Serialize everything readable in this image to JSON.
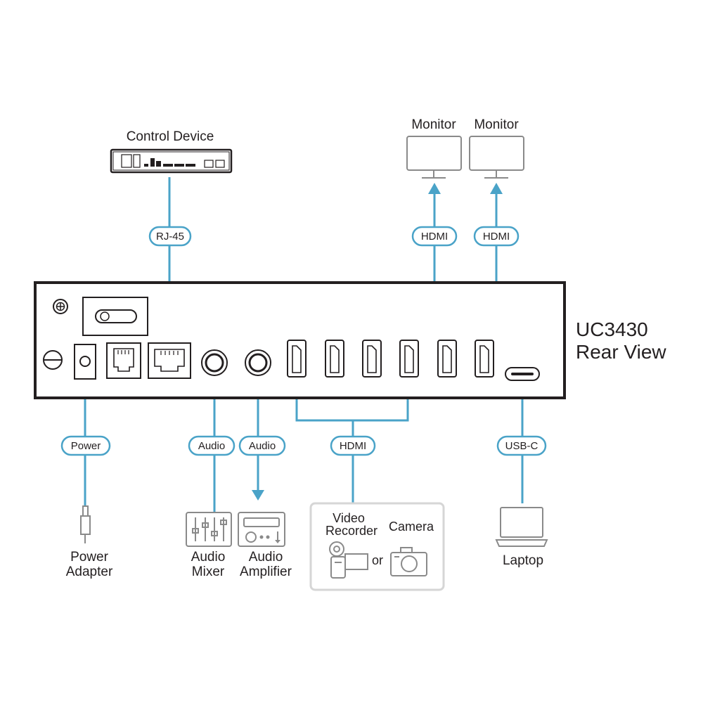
{
  "device": {
    "model": "UC3430",
    "view": "Rear View"
  },
  "top_devices": {
    "control_device": "Control Device",
    "monitor_1": "Monitor",
    "monitor_2": "Monitor"
  },
  "connections": {
    "rj45": "RJ-45",
    "hdmi_out_1": "HDMI",
    "hdmi_out_2": "HDMI",
    "power": "Power",
    "audio_in": "Audio",
    "audio_out": "Audio",
    "hdmi_in": "HDMI",
    "usbc": "USB-C"
  },
  "bottom_devices": {
    "power_adapter_line1": "Power",
    "power_adapter_line2": "Adapter",
    "audio_mixer_line1": "Audio",
    "audio_mixer_line2": "Mixer",
    "audio_amp_line1": "Audio",
    "audio_amp_line2": "Amplifier",
    "video_recorder_line1": "Video",
    "video_recorder_line2": "Recorder",
    "camera": "Camera",
    "or": "or",
    "laptop": "Laptop"
  },
  "colors": {
    "cable": "#4aa3c8",
    "device_outline": "#231f20",
    "peripheral_outline": "#8a8a8a"
  }
}
